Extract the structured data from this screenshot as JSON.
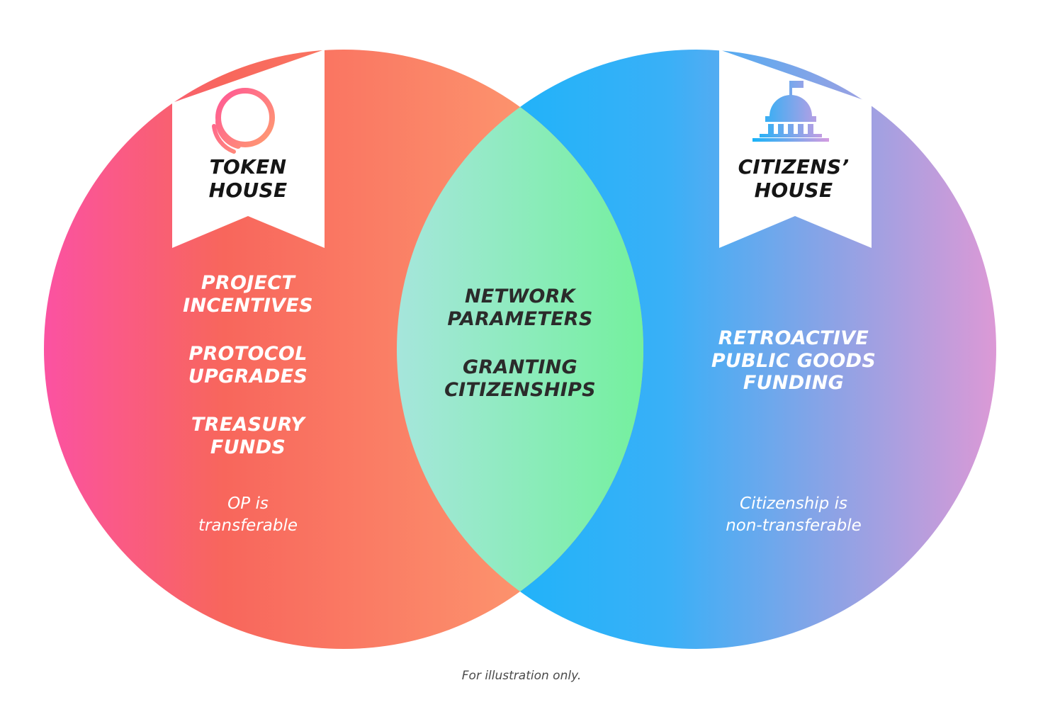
{
  "token_house": {
    "title_lines": [
      "TOKEN",
      "HOUSE"
    ],
    "items": [
      {
        "lines": [
          "PROJECT",
          "INCENTIVES"
        ]
      },
      {
        "lines": [
          "PROTOCOL",
          "UPGRADES"
        ]
      },
      {
        "lines": [
          "TREASURY",
          "FUNDS"
        ]
      }
    ],
    "note_lines": [
      "OP is",
      "transferable"
    ]
  },
  "overlap": {
    "items": [
      {
        "lines": [
          "NETWORK",
          "PARAMETERS"
        ]
      },
      {
        "lines": [
          "GRANTING",
          "CITIZENSHIPS"
        ]
      }
    ]
  },
  "citizens_house": {
    "title_lines": [
      "CITIZENS’",
      "HOUSE"
    ],
    "items": [
      {
        "lines": [
          "RETROACTIVE",
          "PUBLIC GOODS",
          "FUNDING"
        ]
      }
    ],
    "note_lines": [
      "Citizenship is",
      "non-transferable"
    ]
  },
  "footer": "For illustration only.",
  "icons": {
    "token_house": "optimism-rings-icon",
    "citizens_house": "capitol-building-icon"
  },
  "colors": {
    "token_gradient": [
      "#fb52a2",
      "#f8665c",
      "#fea574"
    ],
    "citizens_gradient": [
      "#0eb5fb",
      "#5aa9ee",
      "#dc99d6"
    ],
    "overlap_gradient": [
      "#a6e6dc",
      "#74f09e"
    ]
  }
}
